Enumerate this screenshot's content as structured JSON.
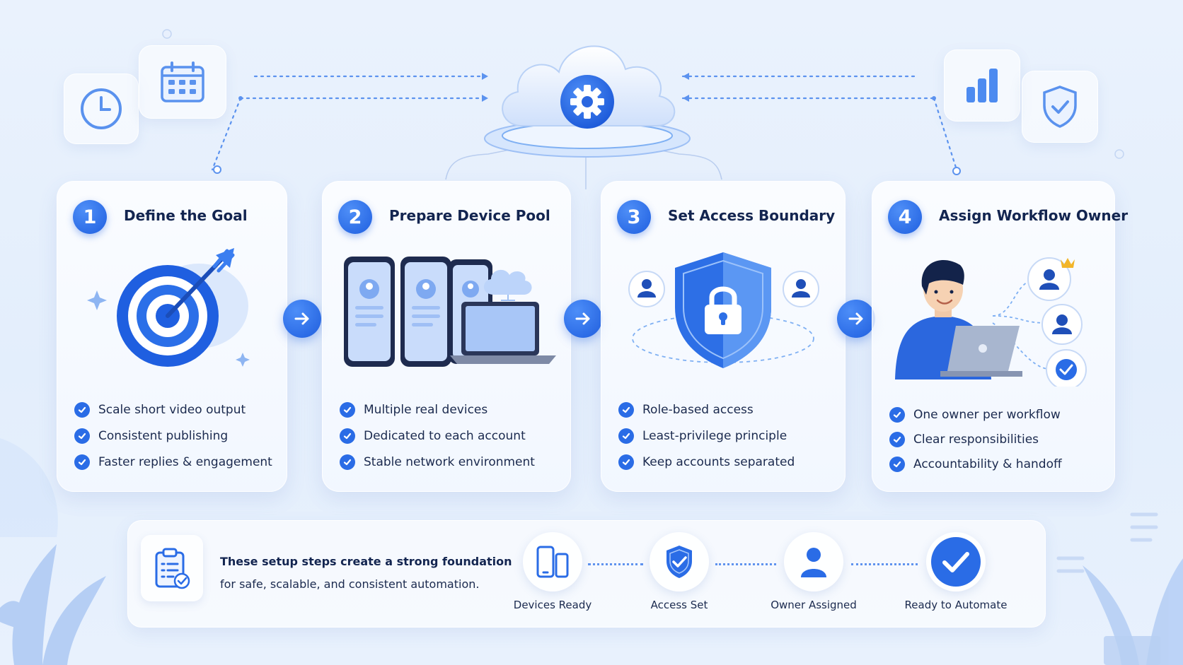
{
  "steps": [
    {
      "number": "1",
      "title": "Define the Goal",
      "illustration": "target-arrow",
      "bullets": [
        "Scale short video output",
        "Consistent publishing",
        "Faster replies & engagement"
      ]
    },
    {
      "number": "2",
      "title": "Prepare Device Pool",
      "illustration": "phones-laptop-cloud",
      "bullets": [
        "Multiple real devices",
        "Dedicated to each account",
        "Stable network environment"
      ]
    },
    {
      "number": "3",
      "title": "Set Access Boundary",
      "illustration": "shield-lock",
      "bullets": [
        "Role-based access",
        "Least-privilege principle",
        "Keep accounts separated"
      ]
    },
    {
      "number": "4",
      "title": "Assign Workflow Owner",
      "illustration": "person-laptop-owners",
      "bullets": [
        "One owner per workflow",
        "Clear responsibilities",
        "Accountability & handoff"
      ]
    }
  ],
  "summary": {
    "line1": "These setup steps create a strong foundation",
    "line2": "for safe, scalable, and consistent automation."
  },
  "stages": [
    {
      "label": "Devices Ready",
      "icon": "devices-icon"
    },
    {
      "label": "Access Set",
      "icon": "shield-check-icon"
    },
    {
      "label": "Owner Assigned",
      "icon": "user-icon"
    },
    {
      "label": "Ready to Automate",
      "icon": "check-circle-icon"
    }
  ],
  "decor_icons": [
    "clock-icon",
    "calendar-icon",
    "cloud-gear-icon",
    "bar-chart-icon",
    "shield-check-icon"
  ],
  "colors": {
    "accent": "#2a6ce6",
    "accent_dark": "#1f5fe0",
    "background": "#e6effc",
    "text": "#132550"
  }
}
